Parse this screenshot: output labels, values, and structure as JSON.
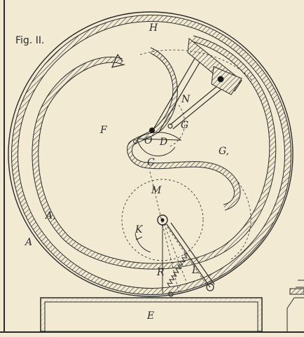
{
  "figure": {
    "caption": "Fig. II.",
    "labels": {
      "A": "A",
      "A1": "A,",
      "E": "E",
      "F": "F",
      "H": "H",
      "N": "N",
      "G": "G",
      "G1": "G,",
      "O": "O",
      "D": "D",
      "C": "C",
      "M": "M",
      "K": "K",
      "R": "R",
      "L": "L"
    }
  },
  "colors": {
    "paper": "#f2ead3",
    "ink": "#2a2a2a"
  }
}
